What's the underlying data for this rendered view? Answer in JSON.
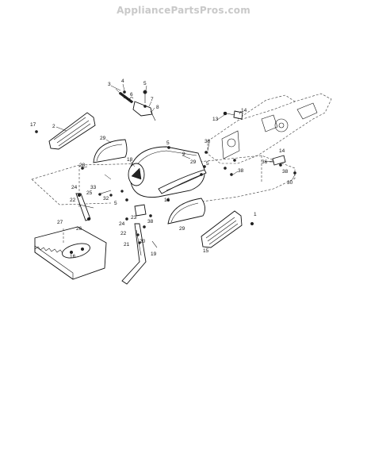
{
  "watermark": "AppliancePartsPros.com",
  "callouts": [
    {
      "id": "c3",
      "text": "3"
    },
    {
      "id": "c4",
      "text": "4"
    },
    {
      "id": "c6",
      "text": "6"
    },
    {
      "id": "c5a",
      "text": "5"
    },
    {
      "id": "c8",
      "text": "8"
    },
    {
      "id": "c7",
      "text": "7"
    },
    {
      "id": "c14a",
      "text": "14"
    },
    {
      "id": "c13",
      "text": "13"
    },
    {
      "id": "c17",
      "text": "17"
    },
    {
      "id": "c2",
      "text": "2"
    },
    {
      "id": "c29a",
      "text": "29"
    },
    {
      "id": "c5b",
      "text": "5"
    },
    {
      "id": "c9",
      "text": "9"
    },
    {
      "id": "c38a",
      "text": "38"
    },
    {
      "id": "c38b",
      "text": "38"
    },
    {
      "id": "c36",
      "text": "36"
    },
    {
      "id": "c14b",
      "text": "14"
    },
    {
      "id": "c28",
      "text": "28"
    },
    {
      "id": "c18",
      "text": "18"
    },
    {
      "id": "c5c",
      "text": "5"
    },
    {
      "id": "c30",
      "text": "30"
    },
    {
      "id": "c29b",
      "text": "29"
    },
    {
      "id": "c24a",
      "text": "24"
    },
    {
      "id": "c33",
      "text": "33"
    },
    {
      "id": "c25",
      "text": "25"
    },
    {
      "id": "c32",
      "text": "32"
    },
    {
      "id": "c22a",
      "text": "22"
    },
    {
      "id": "c16a",
      "text": "16"
    },
    {
      "id": "c5d",
      "text": "5"
    },
    {
      "id": "c23",
      "text": "23"
    },
    {
      "id": "c1",
      "text": "1"
    },
    {
      "id": "c24b",
      "text": "24"
    },
    {
      "id": "c38c",
      "text": "38"
    },
    {
      "id": "c29c",
      "text": "29"
    },
    {
      "id": "c27",
      "text": "27"
    },
    {
      "id": "c26",
      "text": "26"
    },
    {
      "id": "c22b",
      "text": "22"
    },
    {
      "id": "c20",
      "text": "20"
    },
    {
      "id": "c21",
      "text": "21"
    },
    {
      "id": "c16b",
      "text": "16"
    },
    {
      "id": "c19",
      "text": "19"
    },
    {
      "id": "c15",
      "text": "15"
    },
    {
      "id": "c38d",
      "text": "38"
    },
    {
      "id": "c5e",
      "text": "5"
    }
  ]
}
